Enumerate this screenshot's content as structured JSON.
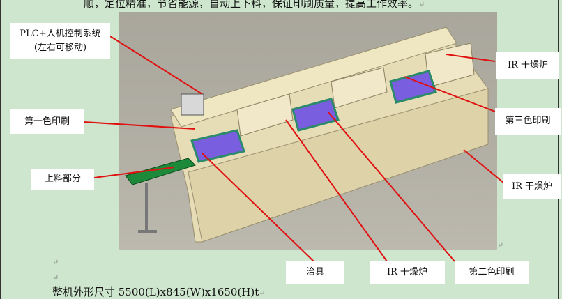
{
  "document": {
    "top_line": "顺，定位精准，节省能源，自动上下料，保证印刷质量，提高工作效率。",
    "paragraph_mark": "↵",
    "dimensions_line": "整机外形尺寸 5500(L)x845(W)x1650(H)t"
  },
  "figure": {
    "labels": {
      "plc_line1": "PLC+人机控制系统",
      "plc_line2": "(左右可移动)",
      "ir_dryer_top": "IR 干燥炉",
      "print_color_1": "第一色印刷",
      "print_color_3": "第三色印刷",
      "loading": "上料部分",
      "ir_dryer_right": "IR 干燥炉",
      "fixture": "治具",
      "ir_dryer_bottom": "IR 干燥炉",
      "print_color_2": "第二色印刷"
    },
    "arrow_color": "#e01010"
  }
}
